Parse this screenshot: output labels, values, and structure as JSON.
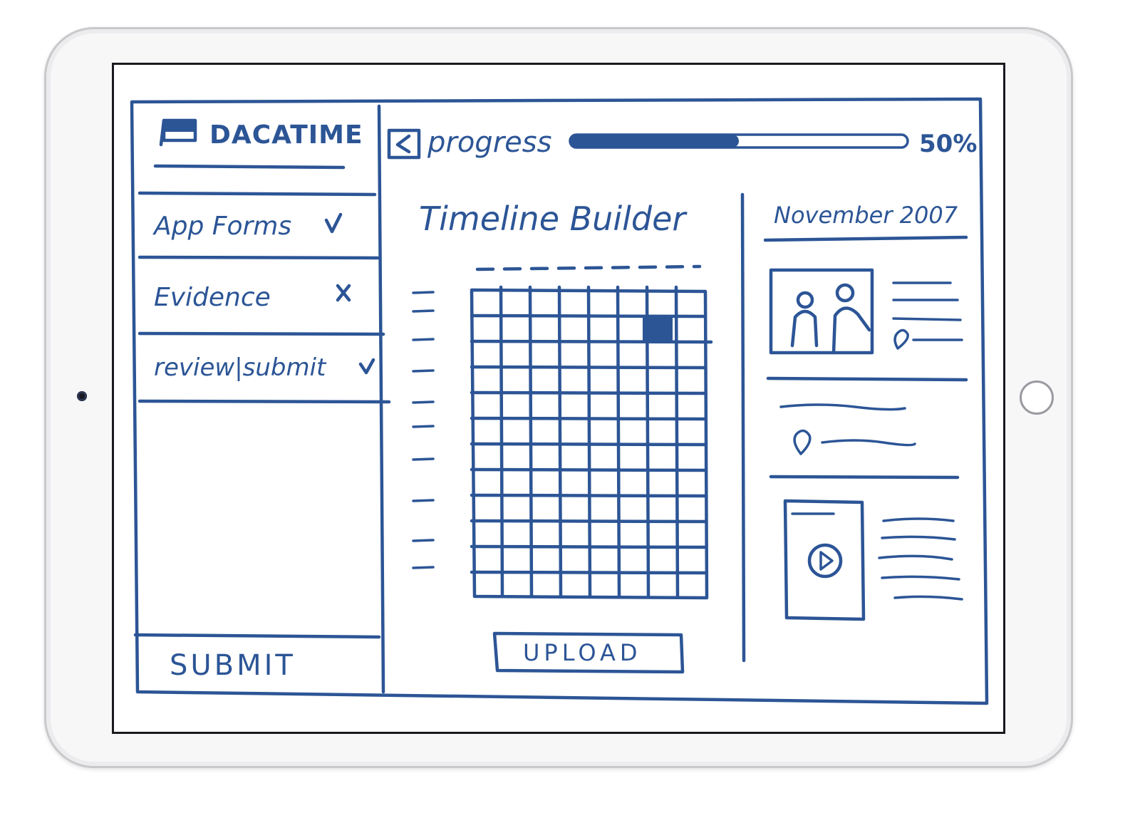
{
  "colors": {
    "ink": "#2c5596",
    "device_frame": "#f7f7f8",
    "screen_bg": "#ffffff"
  },
  "sidebar": {
    "app_name": "DACATIME",
    "logo_icon": "flag-icon",
    "items": [
      {
        "label": "App Forms",
        "status_icon": "check-icon"
      },
      {
        "label": "Evidence",
        "status_icon": "x-icon"
      },
      {
        "label": "review|submit",
        "status_icon": "check-icon"
      }
    ],
    "submit_label": "SUBMIT"
  },
  "header": {
    "back_icon": "chevron-left-icon",
    "progress_label": "progress",
    "progress_value": 0.5,
    "progress_text": "50%"
  },
  "main": {
    "title": "Timeline Builder",
    "upload_label": "UPLOAD"
  },
  "detail": {
    "date_heading": "November 2007",
    "photo_icon": "people-photo-icon",
    "location_icon": "location-pin-icon",
    "video_icon": "play-icon"
  }
}
